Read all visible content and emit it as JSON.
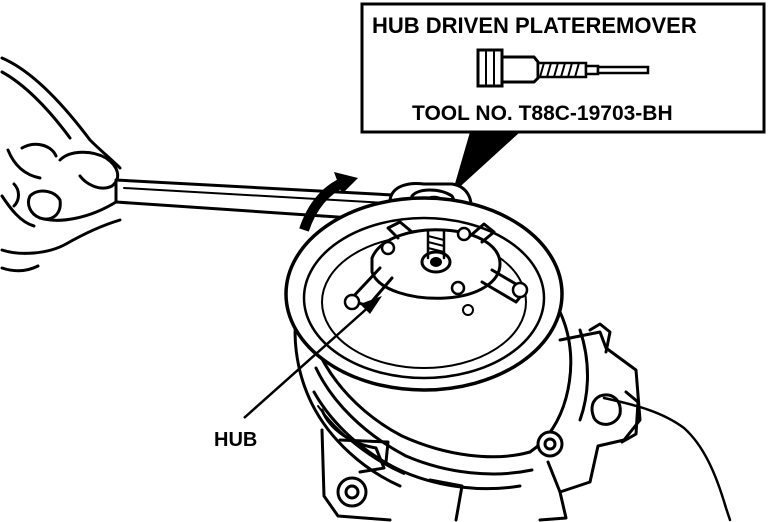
{
  "callout": {
    "title": "HUB DRIVEN PLATEREMOVER",
    "tool_number": "TOOL NO. T88C-19703-BH"
  },
  "labels": {
    "hub": "HUB"
  },
  "colors": {
    "ink": "#000000",
    "paper": "#ffffff"
  }
}
